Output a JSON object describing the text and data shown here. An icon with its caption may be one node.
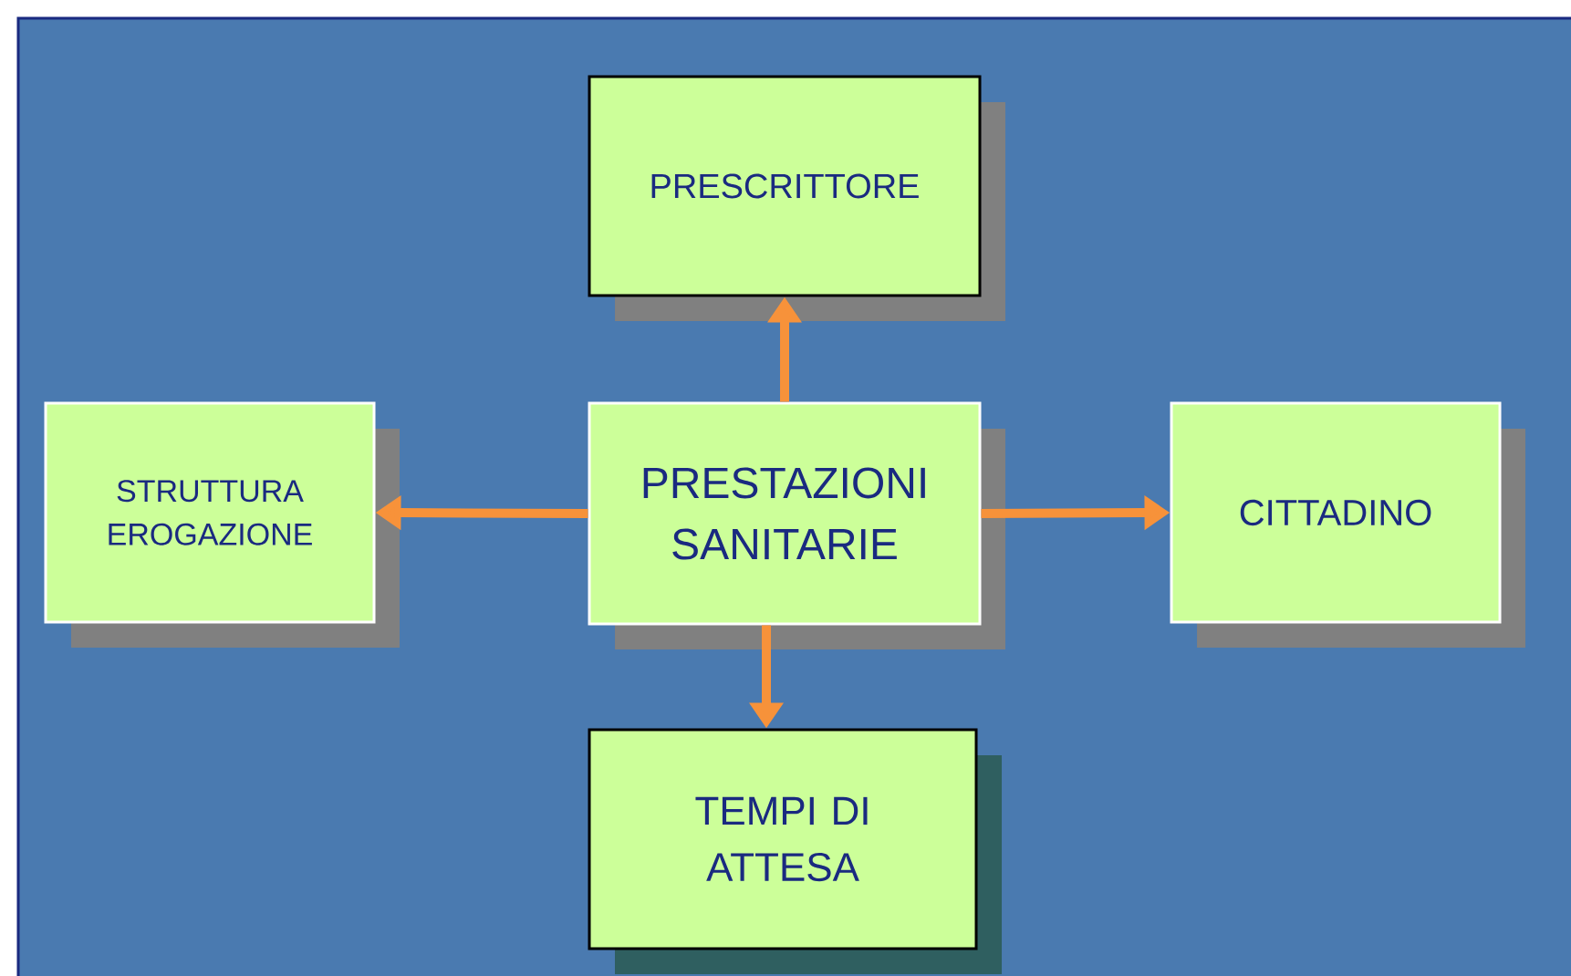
{
  "diagram": {
    "nodes": [
      {
        "text": [
          "PRESTAZIONI SANITARIE"
        ]
      },
      {
        "text": [
          "PRESCRITTORE"
        ]
      },
      {
        "text": [
          "STRUTTURA EROGAZIONE"
        ]
      },
      {
        "text": [
          "CITTADINO"
        ]
      },
      {
        "text": [
          "TEMPI DI ATTESA"
        ]
      }
    ],
    "edges": [
      {
        "from": 0,
        "to": 1,
        "arrow": "to"
      },
      {
        "from": 0,
        "to": 2,
        "arrow": "to"
      },
      {
        "from": 0,
        "to": 3,
        "arrow": "to"
      },
      {
        "from": 0,
        "to": 4,
        "arrow": "to"
      }
    ]
  }
}
